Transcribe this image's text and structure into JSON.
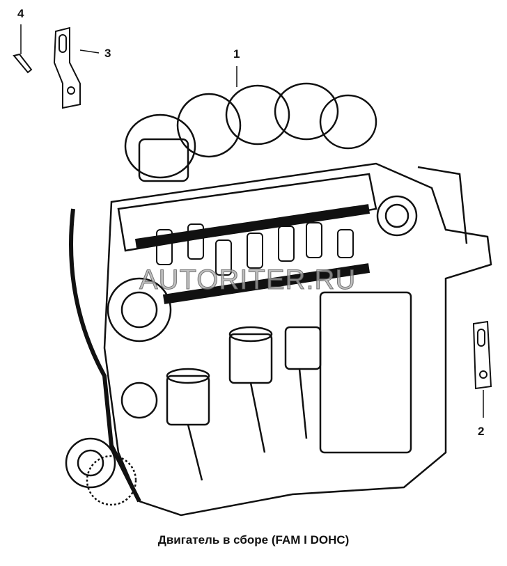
{
  "caption": "Двигатель в сборе (FAM I DOHC)",
  "watermark": "AUTORITER.RU",
  "callouts": [
    {
      "number": "1",
      "part": "engine-assembly"
    },
    {
      "number": "2",
      "part": "bracket-right"
    },
    {
      "number": "3",
      "part": "bracket-left"
    },
    {
      "number": "4",
      "part": "bolt"
    }
  ]
}
